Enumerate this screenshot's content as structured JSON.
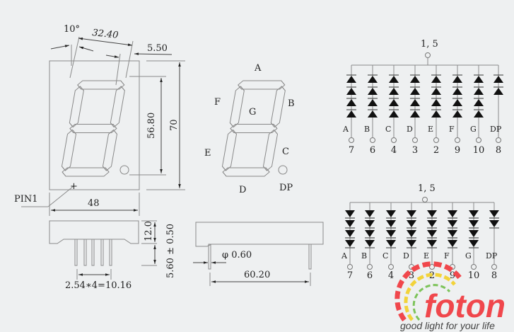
{
  "front_view": {
    "angle": "10°",
    "digit_width": "32.40",
    "offset": "5.50",
    "digit_height": "56.80",
    "total_height": "70",
    "total_width": "48",
    "pin1_label": "PIN1",
    "pin1_marker": "+"
  },
  "segment_labels": {
    "a": "A",
    "b": "B",
    "c": "C",
    "d": "D",
    "e": "E",
    "f": "F",
    "g": "G",
    "dp": "DP"
  },
  "side_view": {
    "body_height": "12.0",
    "pin_length": "5.60 ± 0.50",
    "pin_pitch": "2.54∗4=10.16",
    "pin_diameter": "φ 0.60",
    "pin_span": "60.20"
  },
  "circuit_top": {
    "common_label": "1, 5",
    "columns": [
      {
        "seg": "A",
        "pin": "7",
        "diodes": 4
      },
      {
        "seg": "B",
        "pin": "6",
        "diodes": 4
      },
      {
        "seg": "C",
        "pin": "4",
        "diodes": 4
      },
      {
        "seg": "D",
        "pin": "3",
        "diodes": 4
      },
      {
        "seg": "E",
        "pin": "2",
        "diodes": 4
      },
      {
        "seg": "F",
        "pin": "9",
        "diodes": 4
      },
      {
        "seg": "G",
        "pin": "10",
        "diodes": 4
      },
      {
        "seg": "DP",
        "pin": "8",
        "diodes": 2
      }
    ]
  },
  "circuit_bottom": {
    "common_label": "1, 5",
    "columns": [
      {
        "seg": "A",
        "pin": "7",
        "diodes": 4
      },
      {
        "seg": "B",
        "pin": "6",
        "diodes": 4
      },
      {
        "seg": "C",
        "pin": "4",
        "diodes": 4
      },
      {
        "seg": "D",
        "pin": "3",
        "diodes": 4
      },
      {
        "seg": "E",
        "pin": "2",
        "diodes": 4
      },
      {
        "seg": "F",
        "pin": "9",
        "diodes": 4
      },
      {
        "seg": "G",
        "pin": "10",
        "diodes": 4
      },
      {
        "seg": "DP",
        "pin": "8",
        "diodes": 2
      }
    ]
  },
  "logo": {
    "name": "foton",
    "tagline": "good light for your life",
    "colors": [
      "#f0474c",
      "#f2d33a",
      "#7dc35a"
    ]
  }
}
